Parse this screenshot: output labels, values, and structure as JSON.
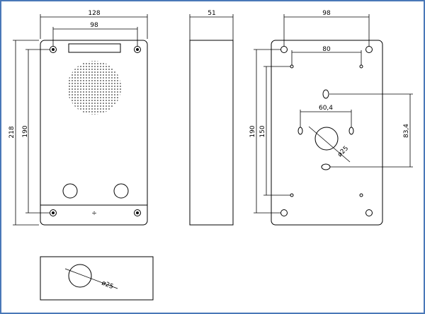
{
  "border_color": "#4a78b8",
  "front_view": {
    "width_label": "128",
    "hole_spacing_label": "98",
    "height_label": "218",
    "hole_height_label": "190",
    "divider_symbol": "÷"
  },
  "side_view": {
    "depth_label": "51"
  },
  "back_view": {
    "top_spacing_label": "98",
    "inner_spacing_label": "80",
    "center_spacing_label": "60,4",
    "outer_height_label": "190",
    "inner_height_label": "150",
    "vertical_spacing_label": "83,4",
    "hole_diameter_label": "ø25"
  },
  "bottom_view": {
    "hole_diameter_label": "ø25"
  }
}
